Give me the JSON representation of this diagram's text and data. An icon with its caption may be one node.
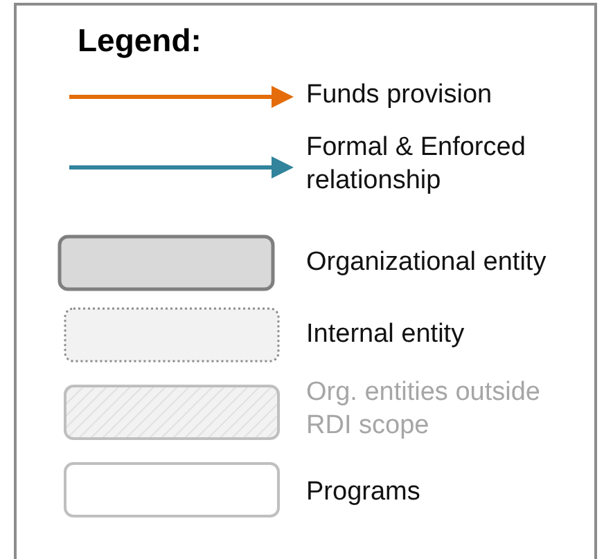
{
  "diagram": {
    "title": "Legend:",
    "legend": [
      {
        "text": "Funds provision"
      },
      {
        "text": "Formal & Enforced relationship"
      },
      {
        "text": "Organizational entity"
      },
      {
        "text": "Internal entity"
      },
      {
        "text": "Org. entities outside RDI scope"
      },
      {
        "text": "Programs"
      }
    ]
  }
}
